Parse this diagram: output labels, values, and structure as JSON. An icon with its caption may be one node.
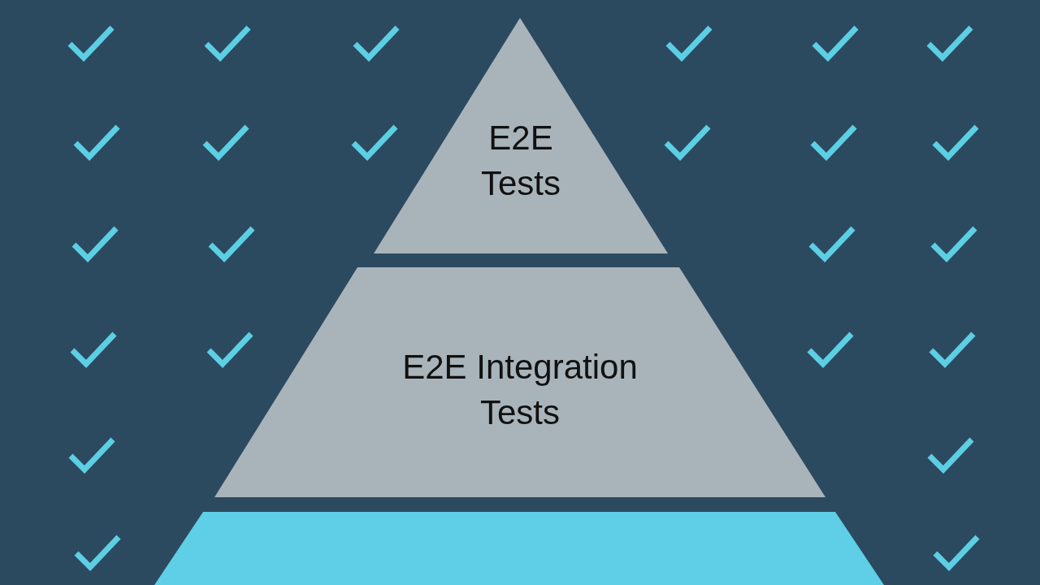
{
  "diagram": {
    "nodes": [
      {
        "text": [
          "E2E Tests"
        ]
      },
      {
        "text": [
          "E2E Integration Tests"
        ]
      },
      {
        "text": [],
        "shape": "trapezoid"
      }
    ]
  }
}
